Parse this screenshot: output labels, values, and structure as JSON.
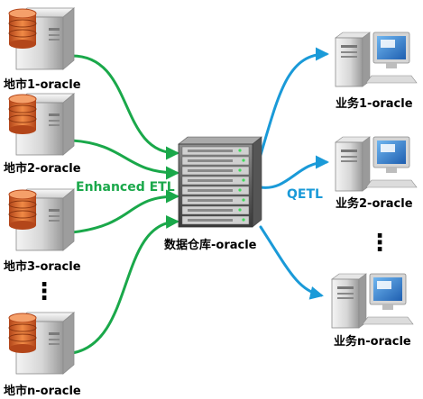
{
  "sources": [
    {
      "label": "地市1-oracle"
    },
    {
      "label": "地市2-oracle"
    },
    {
      "label": "地市3-oracle"
    },
    {
      "label": "地市n-oracle"
    }
  ],
  "source_ellipsis": "⋮",
  "warehouse": {
    "label": "数据仓库-oracle"
  },
  "targets": [
    {
      "label": "业务1-oracle"
    },
    {
      "label": "业务2-oracle"
    },
    {
      "label": "业务n-oracle"
    }
  ],
  "target_ellipsis": "⋮",
  "etl_label": "Enhanced ETL",
  "qetl_label": "QETL",
  "colors": {
    "etl_arrow": "#1aa84a",
    "qetl_arrow": "#1a9ad8",
    "etl_text": "#1aa84a",
    "qetl_text": "#1a9ad8",
    "db_orange": "#e06a25",
    "server_grey": "#c9c9c9",
    "monitor_blue": "#1f5fb0"
  },
  "icons": {
    "source": "database-server-icon",
    "warehouse": "server-rack-icon",
    "target": "workstation-computer-icon"
  }
}
